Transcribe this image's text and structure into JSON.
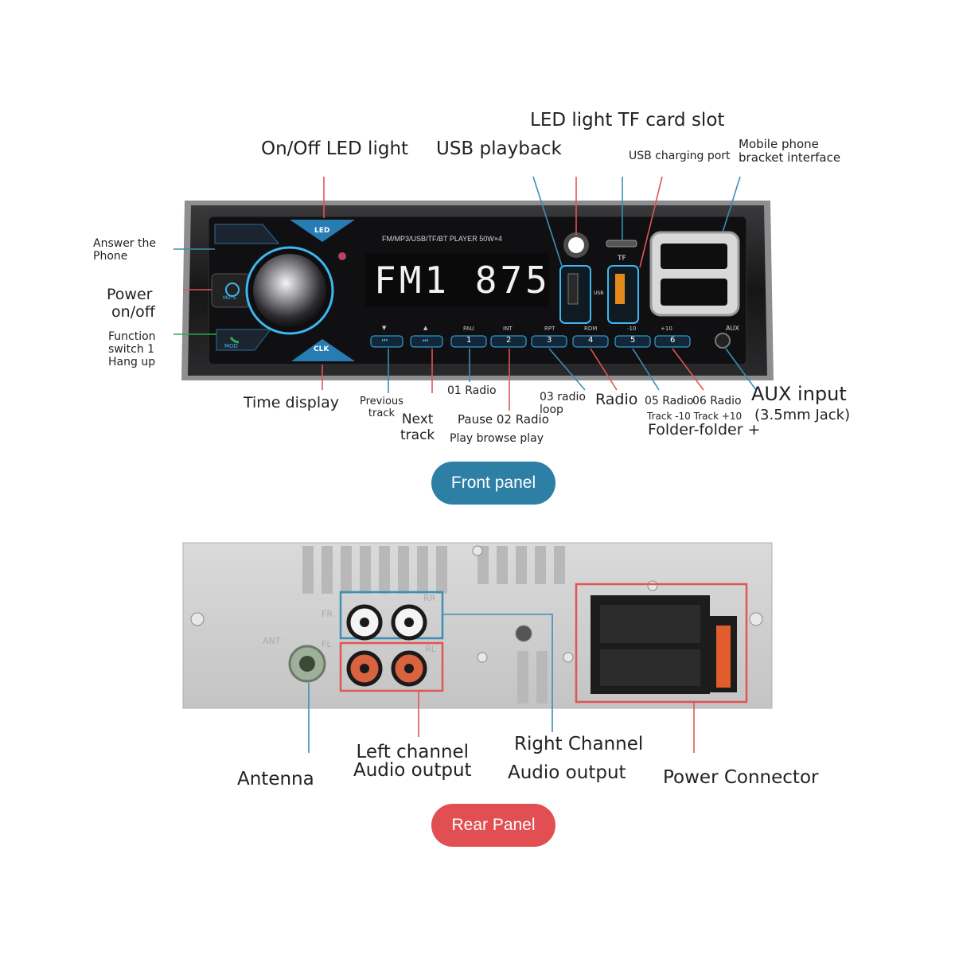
{
  "front": {
    "pill_label": "Front panel",
    "pill_color": "#2e7fa6",
    "unit_header": "FM/MP3/USB/TF/BT  PLAYER  50W×4",
    "display_text": "FM1  875",
    "led_button": "LED",
    "clk_button": "CLK",
    "mute_label": "MUTE",
    "mod_label": "MOD",
    "tf_label": "TF",
    "usb_label": "USB",
    "aux_label": "AUX",
    "button_top_labels": [
      "▼",
      "▲",
      "PAU",
      "INT",
      "RPT",
      "RDM",
      "-10",
      "+10"
    ],
    "button_numbers": [
      "⏮",
      "⏭",
      "1",
      "2",
      "3",
      "4",
      "5",
      "6"
    ],
    "callouts": {
      "led_tf": "LED light TF card slot",
      "onoff_led": "On/Off LED light",
      "usb_playback": "USB playback",
      "usb_charging": "USB charging port",
      "bracket": "Mobile phone\nbracket interface",
      "answer": "Answer the\nPhone",
      "power": "Power\n on/off",
      "function": "Function\nswitch 1\nHang up",
      "time_display": "Time display",
      "previous": "Previous\ntrack",
      "next": "Next\ntrack",
      "radio01": "01 Radio",
      "pause02": "Pause 02 Radio",
      "play_browse": "Play browse play",
      "loop03": "03 radio\nloop",
      "radio": "Radio",
      "radio05": "05 Radio",
      "radio06": "06 Radio",
      "track_line": "Track -10 Track +10",
      "folder": "Folder-folder +",
      "aux_input": "AUX input",
      "aux_jack": "(3.5mm Jack)"
    }
  },
  "rear": {
    "pill_label": "Rear Panel",
    "pill_color": "#e24f52",
    "panel_marks": [
      "FR",
      "FL",
      "RR",
      "RL",
      "ANT"
    ],
    "callouts": {
      "antenna": "Antenna",
      "left": "Left channel\nAudio output",
      "right_1": "Right Channel",
      "right_2": "Audio output",
      "power_connector": "Power Connector"
    }
  },
  "colors": {
    "callout_line_red": "#e05555",
    "callout_line_blue": "#3a8fb5",
    "callout_line_green": "#2fa84f",
    "panel_glow": "#3cb8f0"
  }
}
